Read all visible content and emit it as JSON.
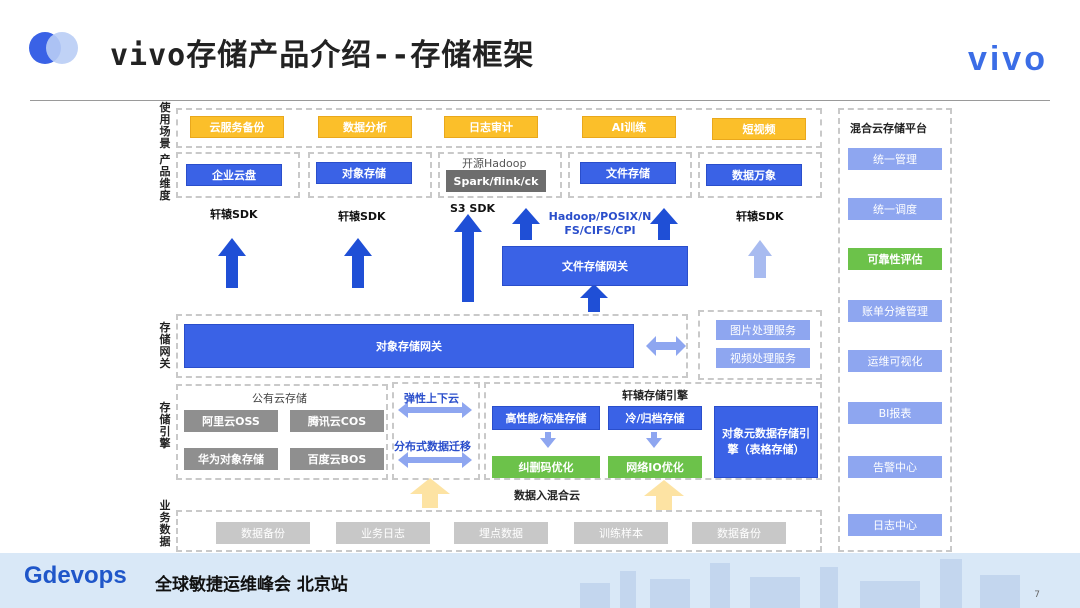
{
  "header": {
    "title": "vivo存储产品介绍--存储框架",
    "brand": "vivo"
  },
  "side_labels": {
    "usage": "使用场景",
    "product": "产品维度",
    "gateway": "存储网关",
    "engine": "存储引擎",
    "business": "业务数据"
  },
  "usage_items": [
    "云服务备份",
    "数据分析",
    "日志审计",
    "AI训练",
    "短视频"
  ],
  "products": {
    "enterprise_disk": "企业云盘",
    "object_storage": "对象存储",
    "hadoop_title": "开源Hadoop",
    "hadoop_stack": "Spark/flink/ck",
    "file_storage": "文件存储",
    "data_cube": "数据万象"
  },
  "sdk_labels": {
    "sdk1": "轩辕SDK",
    "sdk2": "轩辕SDK",
    "s3": "S3 SDK",
    "protocols": "Hadoop/POSIX/NFS/CIFS/CPI",
    "sdk5": "轩辕SDK"
  },
  "file_gateway": "文件存储网关",
  "object_gateway": "对象存储网关",
  "image_service": "图片处理服务",
  "video_service": "视频处理服务",
  "public_cloud": {
    "title": "公有云存储",
    "aliyun": "阿里云OSS",
    "tencent": "腾讯云COS",
    "huawei": "华为对象存储",
    "baidu": "百度云BOS"
  },
  "migration": {
    "elastic": "弹性上下云",
    "distributed": "分布式数据迁移"
  },
  "engine": {
    "title": "轩辕存储引擎",
    "high_perf": "高性能/标准存储",
    "cold": "冷/归档存储",
    "ec": "纠删码优化",
    "network_io": "网络IO优化",
    "metadata": "对象元数据存储引擎（表格存储）",
    "hybrid": "数据入混合云"
  },
  "business_items": [
    "数据备份",
    "业务日志",
    "埋点数据",
    "训练样本",
    "数据备份"
  ],
  "platform": {
    "title": "混合云存储平台",
    "items": [
      "统一管理",
      "统一调度",
      "可靠性评估",
      "账单分摊管理",
      "运维可视化",
      "BI报表",
      "告警中心",
      "日志中心"
    ]
  },
  "footer": {
    "brand": "Gdevops",
    "subtitle": "全球敏捷运维峰会 北京站",
    "page": "7"
  },
  "colors": {
    "blue": "#3a62e6",
    "yellow": "#fbbf2a",
    "green": "#6cc24a",
    "gray": "#8f8f8f"
  }
}
